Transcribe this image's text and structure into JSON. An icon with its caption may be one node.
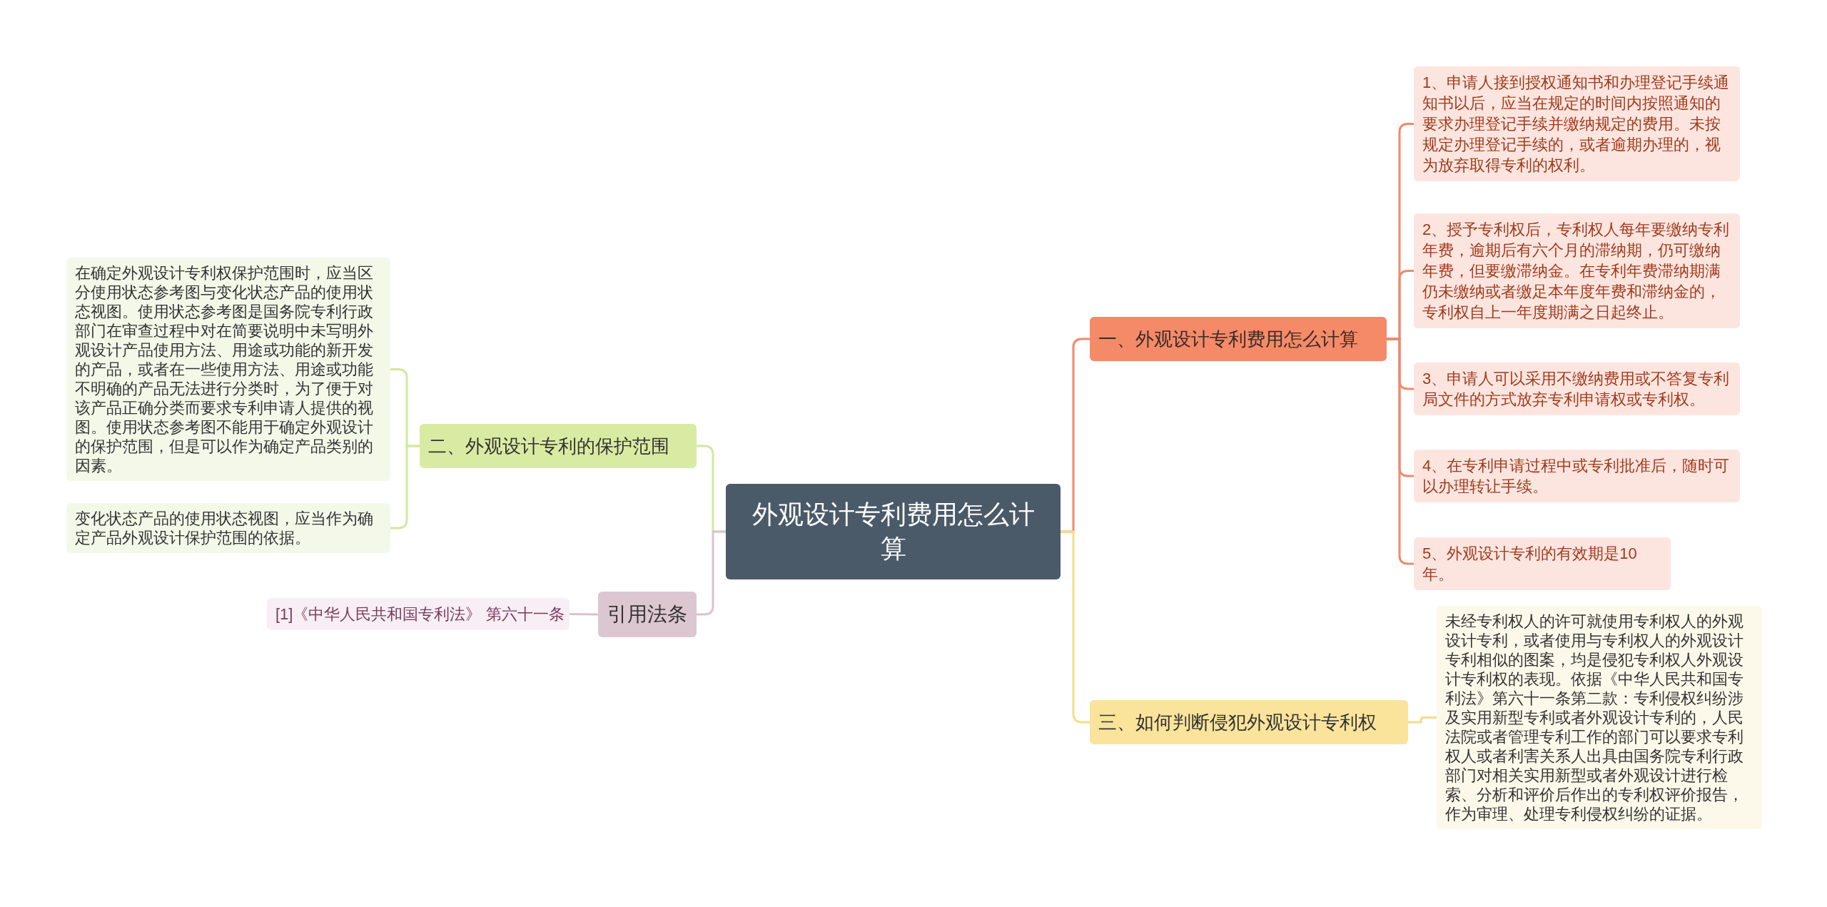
{
  "diagram": {
    "nodes": [
      {
        "text": [
          "外观设计专利费用怎么计算"
        ]
      },
      {
        "text": [
          "一、外观设计专利费用怎么计算"
        ]
      },
      {
        "text": [
          "1、申请人接到授权通知书和办理登记手续通知书以后，应当在规定的时间内按照通知的要求办理登记手续并缴纳规定的费用。未按规定办理登记手续的，或者逾期办理的，视为放弃取得专利的权利。"
        ]
      },
      {
        "text": [
          "2、授予专利权后，专利权人每年要缴纳专利年费，逾期后有六个月的滞纳期，仍可缴纳年费，但要缴滞纳金。在专利年费滞纳期满仍未缴纳或者缴足本年度年费和滞纳金的，专利权自上一年度期满之日起终止。"
        ]
      },
      {
        "text": [
          "3、申请人可以采用不缴纳费用或不答复专利局文件的方式放弃专利申请权或专利权。"
        ]
      },
      {
        "text": [
          "4、在专利申请过程中或专利批准后，随时可以办理转让手续。"
        ]
      },
      {
        "text": [
          "5、外观设计专利的有效期是10年。"
        ]
      },
      {
        "text": [
          "三、如何判断侵犯外观设计专利权"
        ]
      },
      {
        "text": [
          "未经专利权人的许可就使用专利权人的外观设计专利，或者使用与专利权人的外观设计专利相似的图案，均是侵犯专利权人外观设计专利权的表现。依据《中华人民共和国专利法》第六十一条第二款：专利侵权纠纷涉及实用新型专利或者外观设计专利的，人民法院或者管理专利工作的部门可以要求专利权人或者利害关系人出具由国务院专利行政部门对相关实用新型或者外观设计进行检索、分析和评价后作出的专利权评价报告，作为审理、处理专利侵权纠纷的证据。"
        ]
      },
      {
        "text": [
          "二、外观设计专利的保护范围"
        ]
      },
      {
        "text": [
          "在确定外观设计专利权保护范围时，应当区分使用状态参考图与变化状态产品的使用状态视图。使用状态参考图是国务院专利行政部门在审查过程中对在简要说明中未写明外观设计产品使用方法、用途或功能的新开发的产品，或者在一些使用方法、用途或功能不明确的产品无法进行分类时，为了便于对该产品正确分类而要求专利申请人提供的视图。使用状态参考图不能用于确定外观设计的保护范围，但是可以作为确定产品类别的因素。"
        ]
      },
      {
        "text": [
          "变化状态产品的使用状态视图，应当作为确定产品外观设计保护范围的依据。"
        ]
      },
      {
        "text": [
          "引用法条"
        ]
      },
      {
        "text": [
          "[1]《中华人民共和国专利法》 第六十一条"
        ]
      }
    ],
    "edges": [
      {
        "from": 0,
        "to": 1,
        "arrow": "none"
      },
      {
        "from": 1,
        "to": 2,
        "arrow": "none"
      },
      {
        "from": 1,
        "to": 3,
        "arrow": "none"
      },
      {
        "from": 1,
        "to": 4,
        "arrow": "none"
      },
      {
        "from": 1,
        "to": 5,
        "arrow": "none"
      },
      {
        "from": 1,
        "to": 6,
        "arrow": "none"
      },
      {
        "from": 0,
        "to": 7,
        "arrow": "none",
        "color": "#f3dc8c"
      },
      {
        "from": 7,
        "to": 8,
        "arrow": "none",
        "color": "#f3dc8c"
      },
      {
        "from": 0,
        "to": 9,
        "arrow": "none",
        "color": "#d4e7a0"
      },
      {
        "from": 9,
        "to": 10,
        "arrow": "none",
        "color": "#d4e7a0"
      },
      {
        "from": 9,
        "to": 11,
        "arrow": "none",
        "color": "#d4e7a0"
      },
      {
        "from": 0,
        "to": 12,
        "arrow": "none",
        "color": "#d9c3cf"
      },
      {
        "from": 12,
        "to": 13,
        "arrow": "none",
        "color": "#d9c3cf"
      }
    ]
  }
}
